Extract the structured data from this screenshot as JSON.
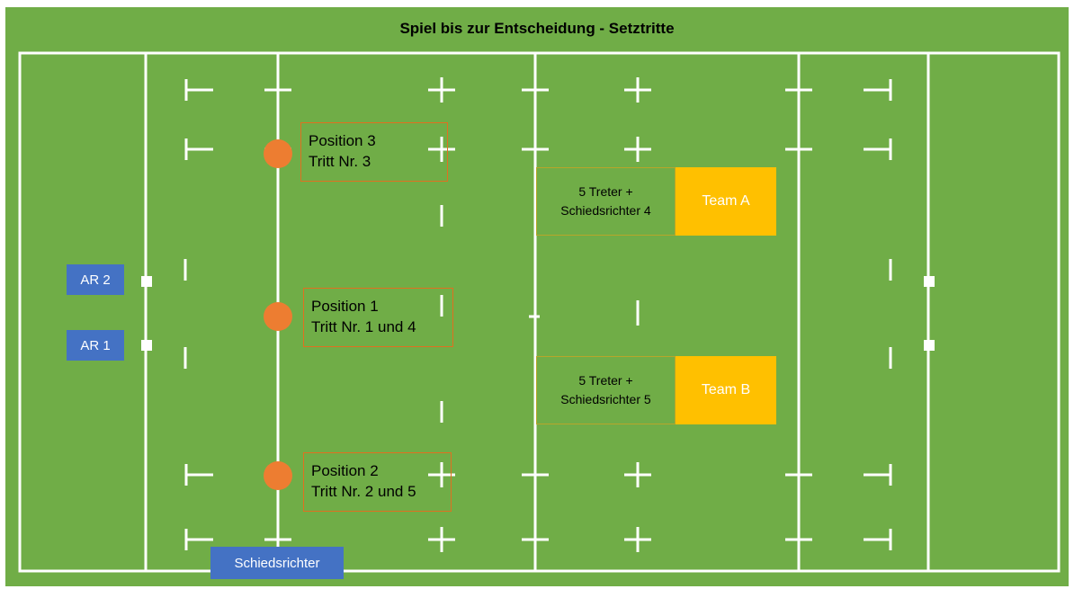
{
  "title": "Spiel bis zur Entscheidung - Setztritte",
  "colors": {
    "field": "#70ad47",
    "lines": "#ffffff",
    "kick_position": "#ed7d31",
    "official_box": "#4472c4",
    "team_box": "#ffc000"
  },
  "officials": {
    "ar2": "AR 2",
    "ar1": "AR 1",
    "referee": "Schiedsrichter"
  },
  "positions": [
    {
      "name": "Position 3",
      "kick": "Tritt Nr. 3"
    },
    {
      "name": "Position 1",
      "kick": "Tritt Nr. 1 und 4"
    },
    {
      "name": "Position 2",
      "kick": "Tritt Nr. 2 und 5"
    }
  ],
  "teams": [
    {
      "kickers_line1": "5 Treter +",
      "kickers_line2": "Schiedsrichter 4",
      "team": "Team A"
    },
    {
      "kickers_line1": "5 Treter +",
      "kickers_line2": "Schiedsrichter 5",
      "team": "Team B"
    }
  ]
}
